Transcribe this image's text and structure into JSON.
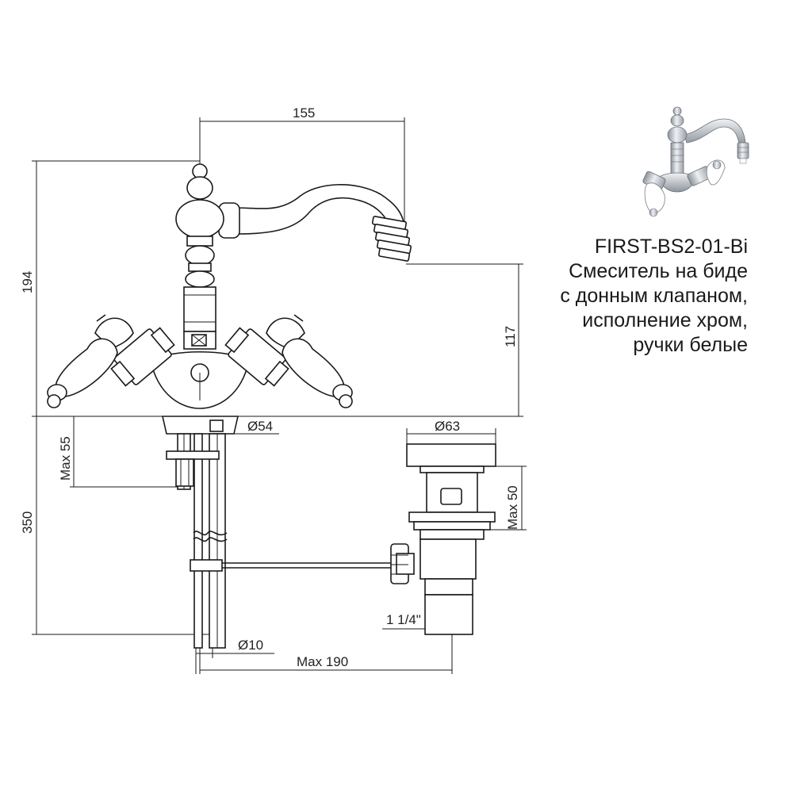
{
  "product": {
    "code": "FIRST-BS2-01-Bi",
    "description_lines": [
      "Смеситель на биде",
      "с донным клапаном,",
      "исполнение хром,",
      "ручки белые"
    ]
  },
  "dimensions": {
    "spout_reach": "155",
    "total_height": "194",
    "spout_height": "117",
    "base_diameter": "Ø54",
    "max_deck_thickness": "Max 55",
    "hose_length": "350",
    "waste_cap_diameter": "Ø63",
    "waste_max": "Max 50",
    "waste_thread": "1 1/4\"",
    "rod_diameter": "Ø10",
    "rod_max_length": "Max 190"
  },
  "colors": {
    "line": "#1a1a1a",
    "text": "#222222",
    "chrome": "#c9ccd1",
    "porcelain": "#ffffff"
  }
}
